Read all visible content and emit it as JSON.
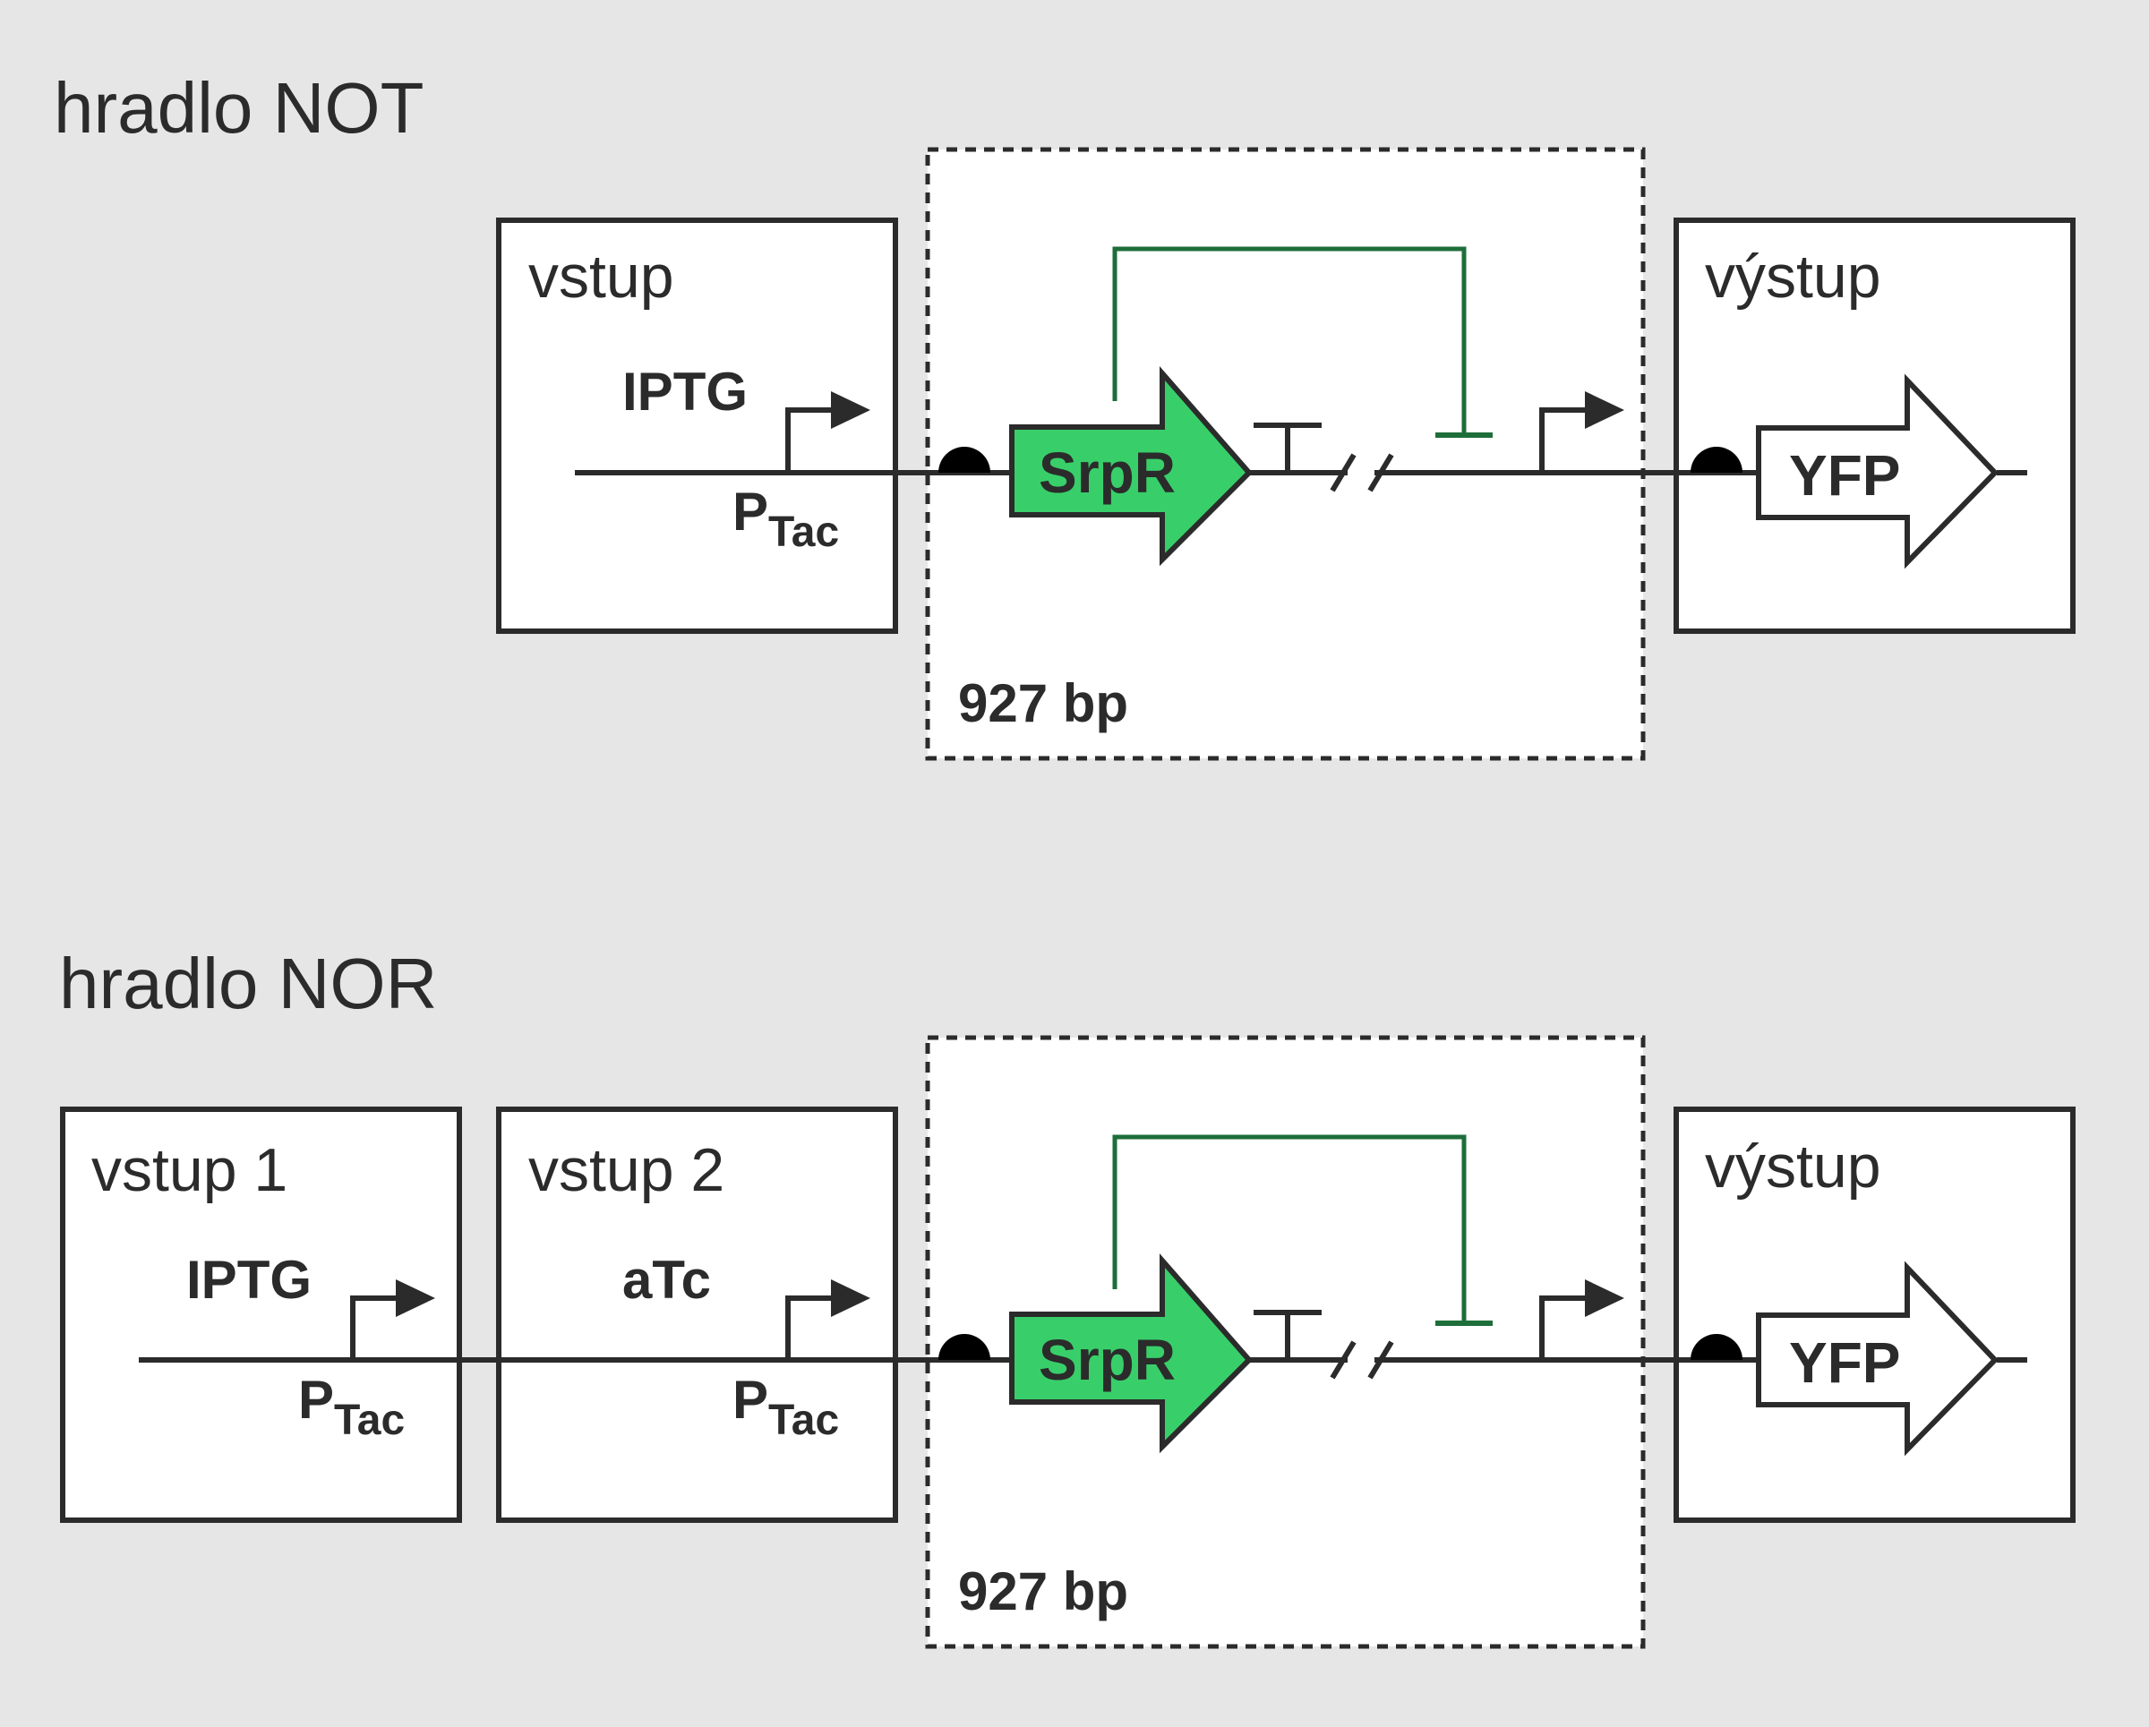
{
  "colors": {
    "background": "#e6e6e6",
    "box_fill": "#ffffff",
    "line": "#2b2b2b",
    "repressor_gene": "#38cf6a",
    "repression_line": "#1e6e3a",
    "reporter_gene": "#ffffff"
  },
  "gates": [
    {
      "title": "hradlo NOT",
      "inputs": [
        {
          "label": "vstup",
          "inducer": "IPTG",
          "promoter": "P",
          "promoter_sub": "Tac"
        }
      ],
      "core": {
        "gene": "SrpR",
        "size": "927 bp"
      },
      "output": {
        "label": "výstup",
        "gene": "YFP"
      }
    },
    {
      "title": "hradlo NOR",
      "inputs": [
        {
          "label": "vstup 1",
          "inducer": "IPTG",
          "promoter": "P",
          "promoter_sub": "Tac"
        },
        {
          "label": "vstup 2",
          "inducer": "aTc",
          "promoter": "P",
          "promoter_sub": "Tac"
        }
      ],
      "core": {
        "gene": "SrpR",
        "size": "927 bp"
      },
      "output": {
        "label": "výstup",
        "gene": "YFP"
      }
    }
  ]
}
